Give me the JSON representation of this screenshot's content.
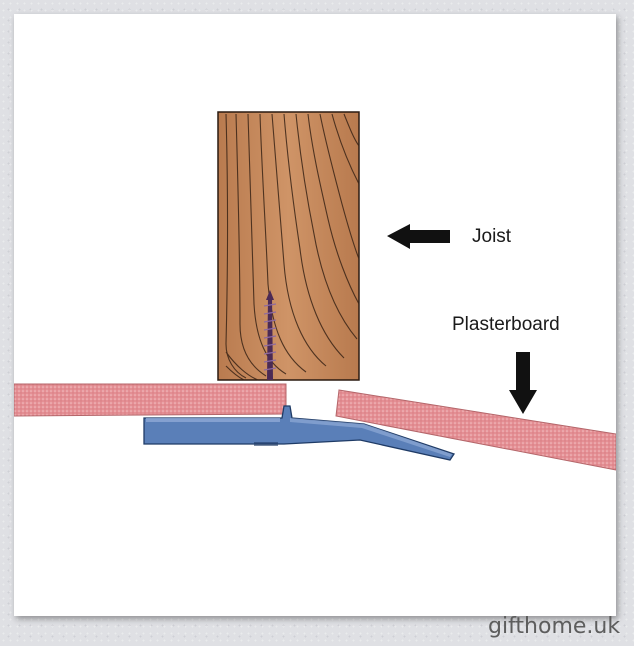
{
  "labels": {
    "joist": "Joist",
    "plasterboard": "Plasterboard"
  },
  "watermark": "gifthome.uk",
  "colors": {
    "wood": "#c98a5c",
    "plasterboard": "#e59a9c",
    "bracket": "#5a7fb8",
    "screw": "#4b2a55",
    "arrow": "#111111"
  },
  "icons": [
    "left-arrow-icon",
    "down-arrow-icon",
    "screw-icon"
  ]
}
